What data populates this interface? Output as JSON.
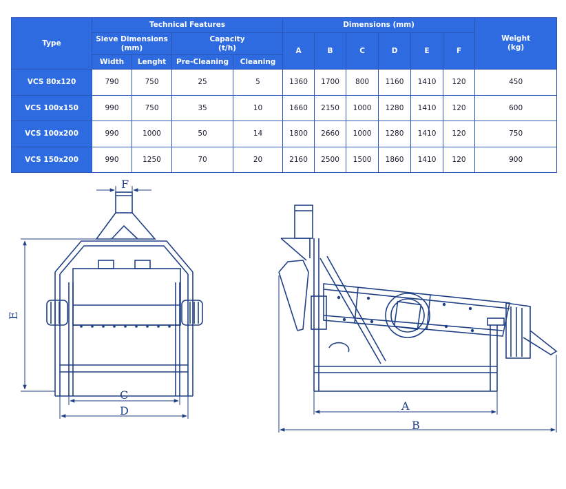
{
  "table": {
    "header": {
      "type": "Type",
      "technical_features": "Technical Features",
      "dimensions": "Dimensions (mm)",
      "weight": "Weight\n(kg)",
      "sieve_dimensions": "Sieve Dimensions\n(mm)",
      "capacity": "Capacity\n(t/h)",
      "width": "Width",
      "lenght": "Lenght",
      "pre_cleaning": "Pre-Cleaning",
      "cleaning": "Cleaning",
      "a": "A",
      "b": "B",
      "c": "C",
      "d": "D",
      "e": "E",
      "f": "F"
    },
    "rows": [
      {
        "type": "VCS 80x120",
        "width": "790",
        "lenght": "750",
        "pre_cleaning": "25",
        "cleaning": "5",
        "a": "1360",
        "b": "1700",
        "c": "800",
        "d": "1160",
        "e": "1410",
        "f": "120",
        "weight": "450"
      },
      {
        "type": "VCS 100x150",
        "width": "990",
        "lenght": "750",
        "pre_cleaning": "35",
        "cleaning": "10",
        "a": "1660",
        "b": "2150",
        "c": "1000",
        "d": "1280",
        "e": "1410",
        "f": "120",
        "weight": "600"
      },
      {
        "type": "VCS 100x200",
        "width": "990",
        "lenght": "1000",
        "pre_cleaning": "50",
        "cleaning": "14",
        "a": "1800",
        "b": "2660",
        "c": "1000",
        "d": "1280",
        "e": "1410",
        "f": "120",
        "weight": "750"
      },
      {
        "type": "VCS 150x200",
        "width": "990",
        "lenght": "1250",
        "pre_cleaning": "70",
        "cleaning": "20",
        "a": "2160",
        "b": "2500",
        "c": "1500",
        "d": "1860",
        "e": "1410",
        "f": "120",
        "weight": "900"
      }
    ]
  },
  "drawing_labels": {
    "f": "F",
    "e": "E",
    "c": "C",
    "d": "D",
    "a": "A",
    "b": "B"
  },
  "colors": {
    "header_bg": "#2f6be0",
    "line": "#1f3f86",
    "text": "#1a1a2e"
  }
}
